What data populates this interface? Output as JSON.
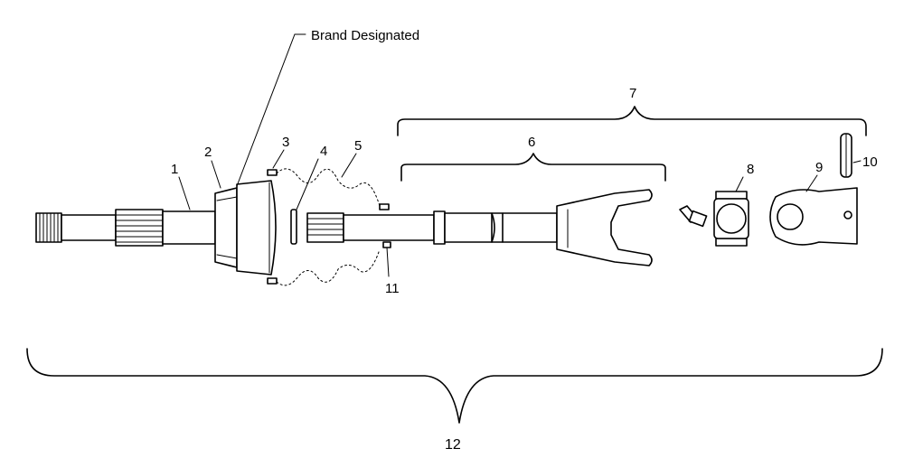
{
  "diagram": {
    "note_label": "Brand Designated",
    "callouts": {
      "c1": "1",
      "c2": "2",
      "c3": "3",
      "c4": "4",
      "c5": "5",
      "c6": "6",
      "c7": "7",
      "c8": "8",
      "c9": "9",
      "c10": "10",
      "c11": "11",
      "c12": "12"
    }
  }
}
